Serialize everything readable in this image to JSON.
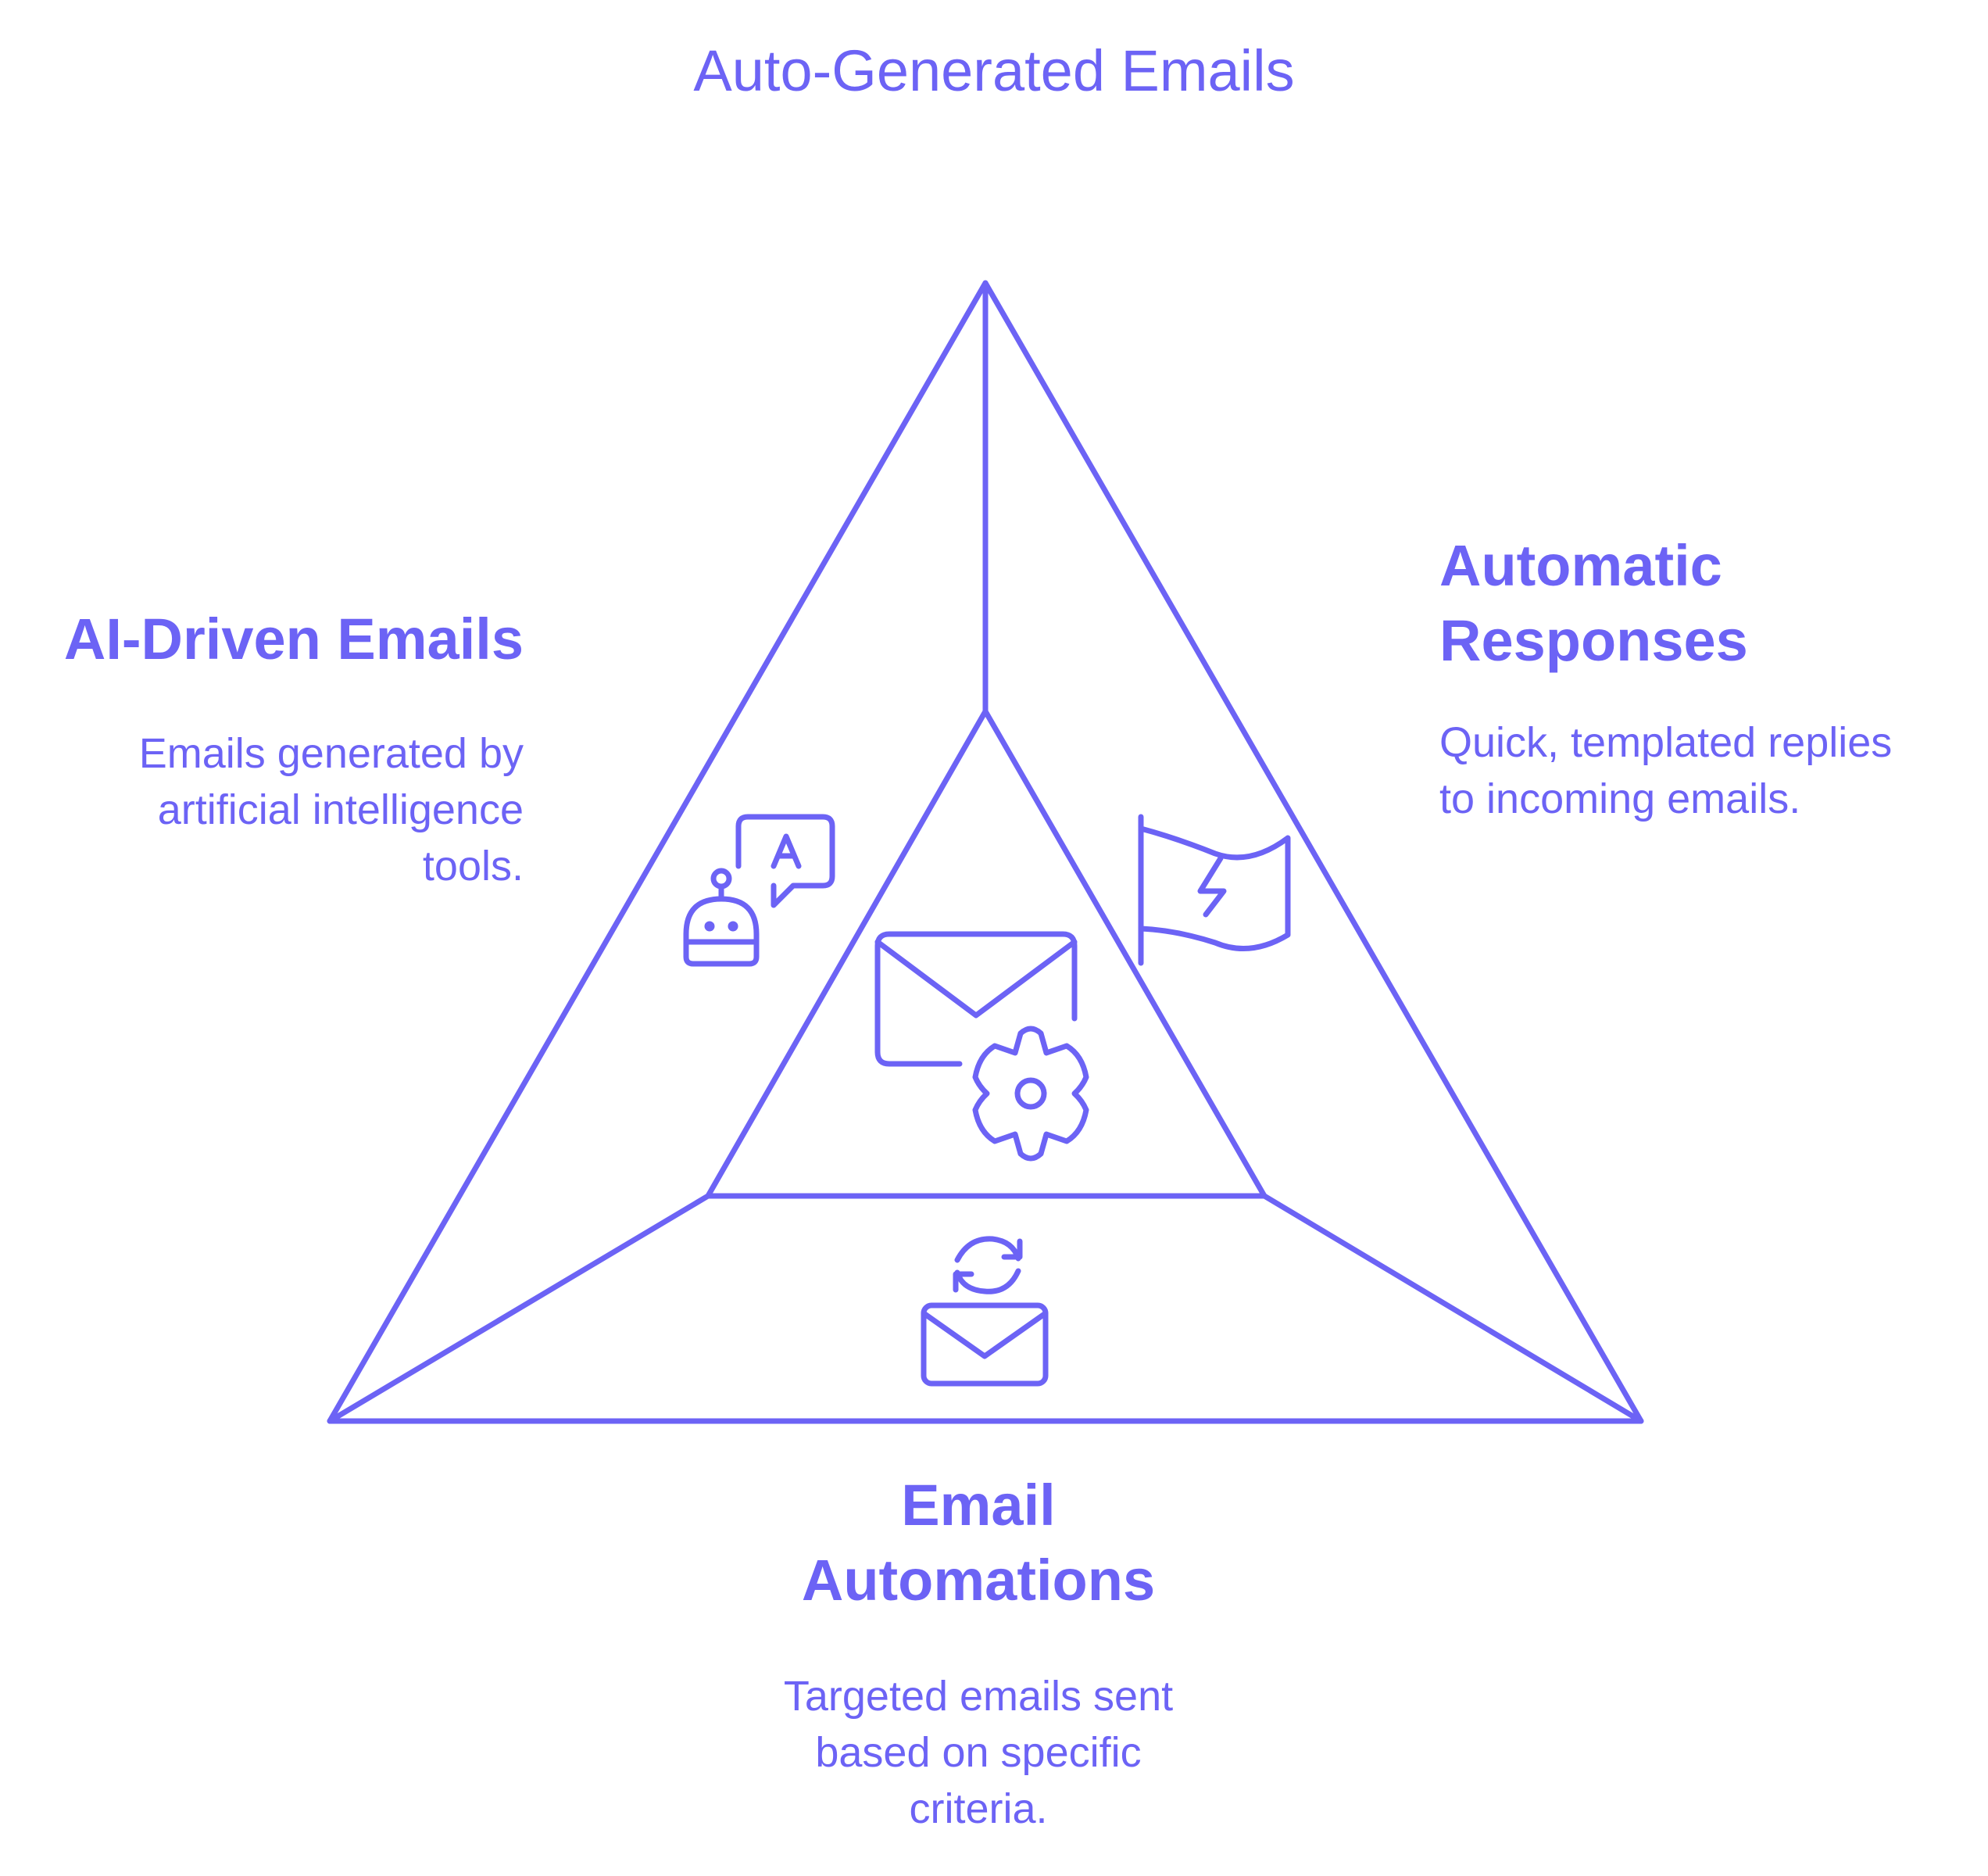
{
  "title": "Auto-Generated Emails",
  "sections": {
    "ai_driven": {
      "heading": "AI-Driven Emails",
      "description_lines": [
        "Emails generated by",
        "artificial intelligence",
        "tools."
      ],
      "icon": "robot-chat-icon"
    },
    "automatic_responses": {
      "heading_lines": [
        "Automatic",
        "Responses"
      ],
      "description_lines": [
        "Quick, templated replies",
        "to incoming emails."
      ],
      "icon": "lightning-flag-icon"
    },
    "email_automations": {
      "heading_lines": [
        "Email",
        "Automations"
      ],
      "description_lines": [
        "Targeted emails sent",
        "based on specific",
        "criteria."
      ],
      "icon": "email-refresh-icon"
    },
    "center": {
      "icon": "email-gear-icon"
    }
  },
  "colors": {
    "accent": "#6c63f5",
    "background": "#ffffff"
  }
}
